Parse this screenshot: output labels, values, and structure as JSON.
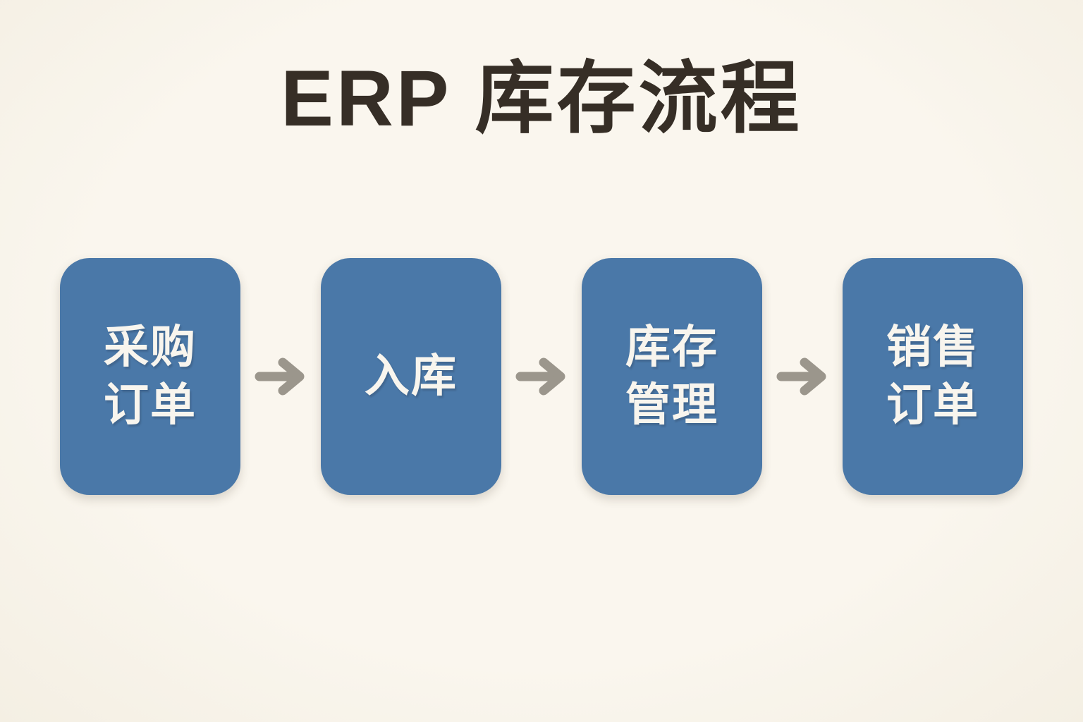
{
  "title": "ERP 库存流程",
  "flow": {
    "steps": [
      {
        "id": "purchase-order",
        "label": "采购\n订单"
      },
      {
        "id": "stock-in",
        "label": "入库"
      },
      {
        "id": "inventory-management",
        "label": "库存\n管理"
      },
      {
        "id": "sales-order",
        "label": "销售\n订单"
      }
    ],
    "connector_icon": "arrow-right-icon",
    "connector_count": 3
  },
  "colors": {
    "background": "#f8f4ea",
    "step_box": "#4a78a8",
    "step_text": "#f8f5ee",
    "title_text": "#362e26",
    "arrow": "#9b968c"
  }
}
